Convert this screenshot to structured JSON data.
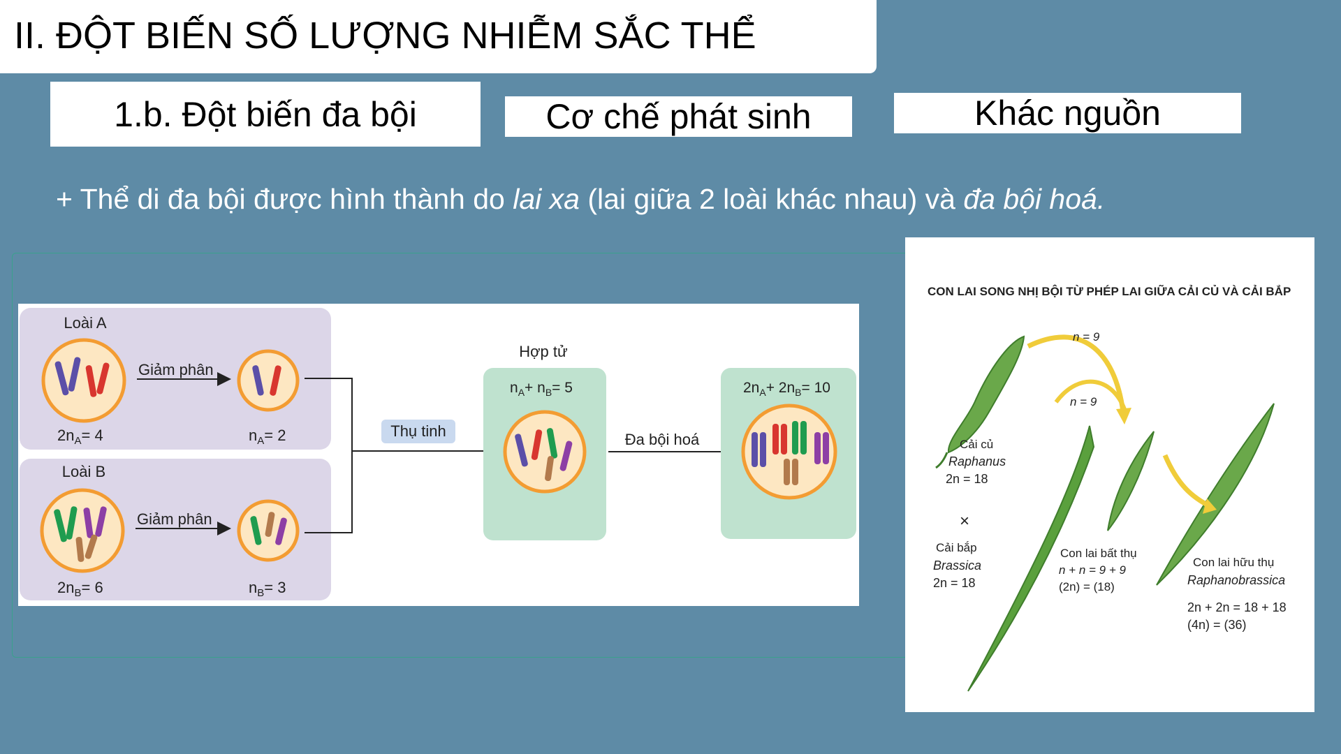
{
  "slide": {
    "title": "II. ĐỘT BIẾN SỐ LƯỢNG NHIỄM SẮC THỂ",
    "tags": [
      "1.b. Đột biến đa bội",
      "Cơ chế phát sinh",
      "Khác nguồn"
    ],
    "bullet": {
      "prefix": "+ Thể di đa bội được hình thành do ",
      "em1": "lai xa",
      "middle": " (lai giữa 2 loài khác nhau) và ",
      "em2": "đa bội hoá."
    }
  },
  "figure_left": {
    "species_a": "Loài A",
    "species_b": "Loài B",
    "meiosis": "Giảm phân",
    "a_2n": "2n",
    "a_2n_sub": "A",
    "a_2n_val": "= 4",
    "a_n": "n",
    "a_n_sub": "A",
    "a_n_val": "= 2",
    "b_2n": "2n",
    "b_2n_sub": "B",
    "b_2n_val": "= 6",
    "b_n": "n",
    "b_n_sub": "B",
    "b_n_val": "= 3",
    "fertilization": "Thụ tinh",
    "zygote": "Hợp tử",
    "zygote_formula_1": "n",
    "zygote_formula_sub1": "A",
    "zygote_formula_2": "+ n",
    "zygote_formula_sub2": "B",
    "zygote_formula_3": "= 5",
    "polyploidization": "Đa bội hoá",
    "result_formula_1": "2n",
    "result_formula_sub1": "A",
    "result_formula_2": "+ 2n",
    "result_formula_sub2": "B",
    "result_formula_3": "= 10",
    "colors": {
      "box": "#dcd6e8",
      "green_box": "#bfe2cf",
      "cell_fill": "#fde7c2",
      "cell_border": "#f39c32"
    }
  },
  "figure_right": {
    "title": "CON LAI SONG NHỊ BỘI TỪ PHÉP LAI GIỮA CẢI CỦ VÀ CẢI BẮP",
    "n9_top": "n = 9",
    "n9_mid": "n = 9",
    "radish_name": "Cải củ",
    "radish_genus": "Raphanus",
    "radish_2n": "2n = 18",
    "cross": "×",
    "cabbage_name": "Cải bắp",
    "cabbage_genus": "Brassica",
    "cabbage_2n": "2n = 18",
    "sterile_label": "Con lai bất thụ",
    "sterile_formula": "n + n = 9 + 9",
    "sterile_ploidy": "(2n) = (18)",
    "fertile_label": "Con lai hữu thụ",
    "fertile_genus": "Raphanobrassica",
    "fertile_formula": "2n + 2n = 18 + 18",
    "fertile_ploidy": "(4n) = (36)"
  }
}
